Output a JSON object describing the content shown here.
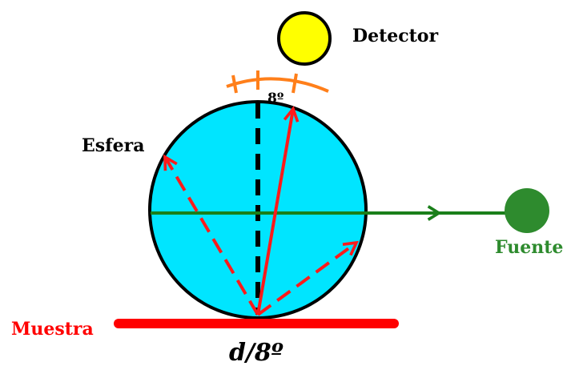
{
  "labels": {
    "detector": "Detector",
    "angle": "8º",
    "sphere": "Esfera",
    "source": "Fuente",
    "sample": "Muestra",
    "geometry": "d/8º"
  },
  "colors": {
    "sphere_fill": "#00e5ff",
    "detector_fill": "#ffff00",
    "source_fill": "#2e8b2e",
    "source_beam": "#1a7f1a",
    "reflected_rays": "#ff1a1a",
    "sample_bar": "#ff0000",
    "angle_arc": "#ff7f1a",
    "outline": "#000000"
  }
}
